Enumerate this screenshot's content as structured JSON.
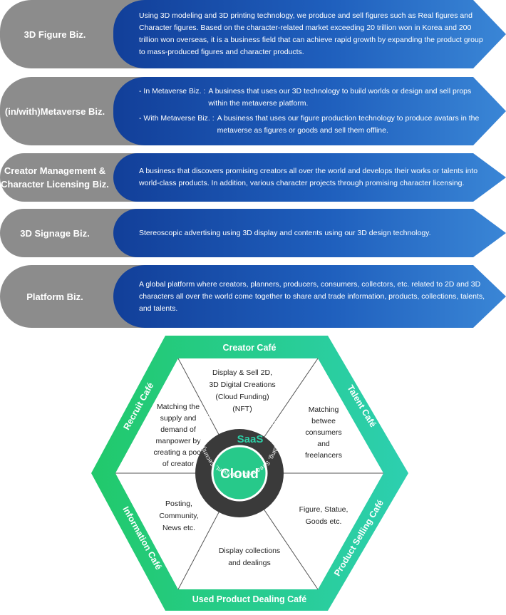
{
  "businesses": [
    {
      "label_lines": [
        "3D Figure Biz."
      ],
      "description": "Using 3D modeling and 3D printing technology, we produce and sell figures such as Real figures and Character figures. Based on the character-related market exceeding 20 trillion won in Korea and 200 trillion won overseas, it is a business field that can achieve rapid growth by expanding the product group to mass-produced figures and character products."
    },
    {
      "label_lines": [
        "(in/with)Metaverse Biz."
      ],
      "items": [
        {
          "key": "- In Metaverse Biz. :",
          "text": "A business that uses our 3D technology to build worlds or design and sell props within the metaverse platform."
        },
        {
          "key": "-  With Metaverse Biz. :",
          "text": "A business that uses our figure production technology to produce avatars in the metaverse as figures or goods and sell them offline."
        }
      ]
    },
    {
      "label_lines": [
        "Creator Management &",
        "Character Licensing Biz."
      ],
      "description": "A business that discovers promising creators all over the world and develops their works or talents into world-class products. In addition, various character projects through promising character licensing."
    },
    {
      "label_lines": [
        "3D Signage Biz."
      ],
      "description": "Stereoscopic advertising using 3D display and contents using our 3D design technology."
    },
    {
      "label_lines": [
        "Platform Biz."
      ],
      "description": "A global platform where creators, planners, producers, consumers, collectors, etc. related to 2D and 3D characters all over the world come together to share and trade information, products, collections, talents, and talents."
    }
  ],
  "ecosystem": {
    "center": "Cloud",
    "saas": "SaaS",
    "ring_text": "NFT, Cloud funding, Streaming, Payment, Security, Filtering, Personality Test",
    "cafes": [
      {
        "name": "Creator Café",
        "description_lines": [
          "Display & Sell 2D,",
          "3D Digital Creations",
          "(Cloud Funding)",
          "(NFT)"
        ]
      },
      {
        "name": "Talent Café",
        "description_lines": [
          "Matching",
          "betwee",
          "consumers",
          "and",
          "freelancers"
        ]
      },
      {
        "name": "Product Selling Café",
        "description_lines": [
          "Figure, Statue,",
          "Goods etc."
        ]
      },
      {
        "name": "Used Product Dealing Café",
        "description_lines": [
          "Display collections",
          "and dealings"
        ]
      },
      {
        "name": "Information Café",
        "description_lines": [
          "Posting,",
          "Community,",
          "News etc."
        ]
      },
      {
        "name": "Recruit Café",
        "description_lines": [
          "Matching the",
          "supply and",
          "demand of",
          "manpower by",
          "creating a pool",
          "of creator"
        ]
      }
    ],
    "colors": {
      "green_light": "#2dcfa6",
      "green": "#21c97f",
      "center_green": "#27c98a",
      "ring_dark": "#3a3a3a",
      "arrow_dark": "#123f99",
      "arrow_light": "#3a86d6",
      "label_gray": "#8c8c8c"
    }
  }
}
